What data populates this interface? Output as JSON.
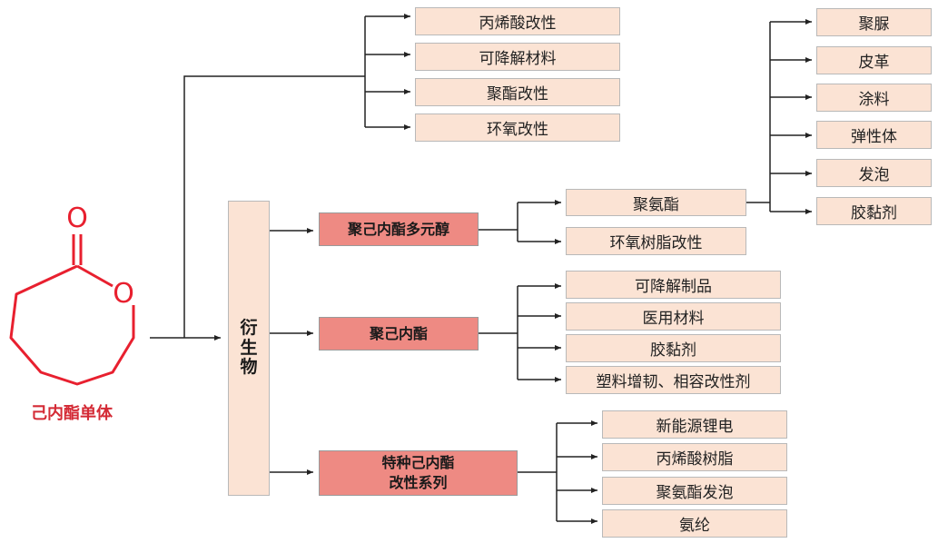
{
  "monomer": {
    "label": "己内酯单体",
    "atom_carbonyl_o": "O",
    "atom_ring_o": "O",
    "accent_color": "#e8202f"
  },
  "derivative": {
    "chars": [
      "衍",
      "生",
      "物"
    ]
  },
  "top_group": [
    "丙烯酸改性",
    "可降解材料",
    "聚酯改性",
    "环氧改性"
  ],
  "categories": [
    {
      "label": "聚己内酯多元醇",
      "children": [
        "聚氨酯",
        "环氧树脂改性"
      ]
    },
    {
      "label": "聚己内酯",
      "children": [
        "可降解制品",
        "医用材料",
        "胶黏剂",
        "塑料增韧、相容改性剂"
      ]
    },
    {
      "label_line1": "特种己内酯",
      "label_line2": "改性系列",
      "children": [
        "新能源锂电",
        "丙烯酸树脂",
        "聚氨酯发泡",
        "氨纶"
      ]
    }
  ],
  "polyurethane_children": [
    "聚脲",
    "皮革",
    "涂料",
    "弹性体",
    "发泡",
    "胶黏剂"
  ]
}
